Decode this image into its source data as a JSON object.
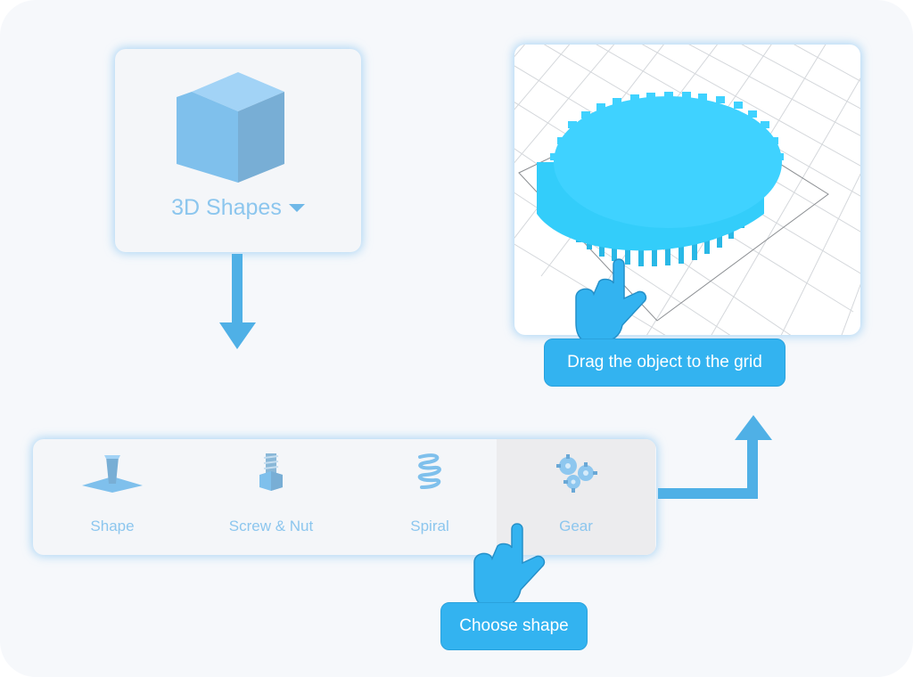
{
  "shapes_panel": {
    "label": "3D Shapes",
    "icon": "cube-icon",
    "dropdown_icon": "caret-down-icon"
  },
  "shape_toolbar": {
    "items": [
      {
        "label": "Shape",
        "icon": "shape-icon",
        "selected": false
      },
      {
        "label": "Screw & Nut",
        "icon": "screw-nut-icon",
        "selected": false
      },
      {
        "label": "Spiral",
        "icon": "spiral-icon",
        "selected": false
      },
      {
        "label": "Gear",
        "icon": "gear-icon",
        "selected": true
      }
    ]
  },
  "tooltips": {
    "drag": "Drag the object to the grid",
    "choose": "Choose shape"
  },
  "colors": {
    "accent": "#33b3f0",
    "light_accent": "#8cc6ee",
    "gear": "#33cdfa",
    "card_bg": "#f4f6f9"
  }
}
